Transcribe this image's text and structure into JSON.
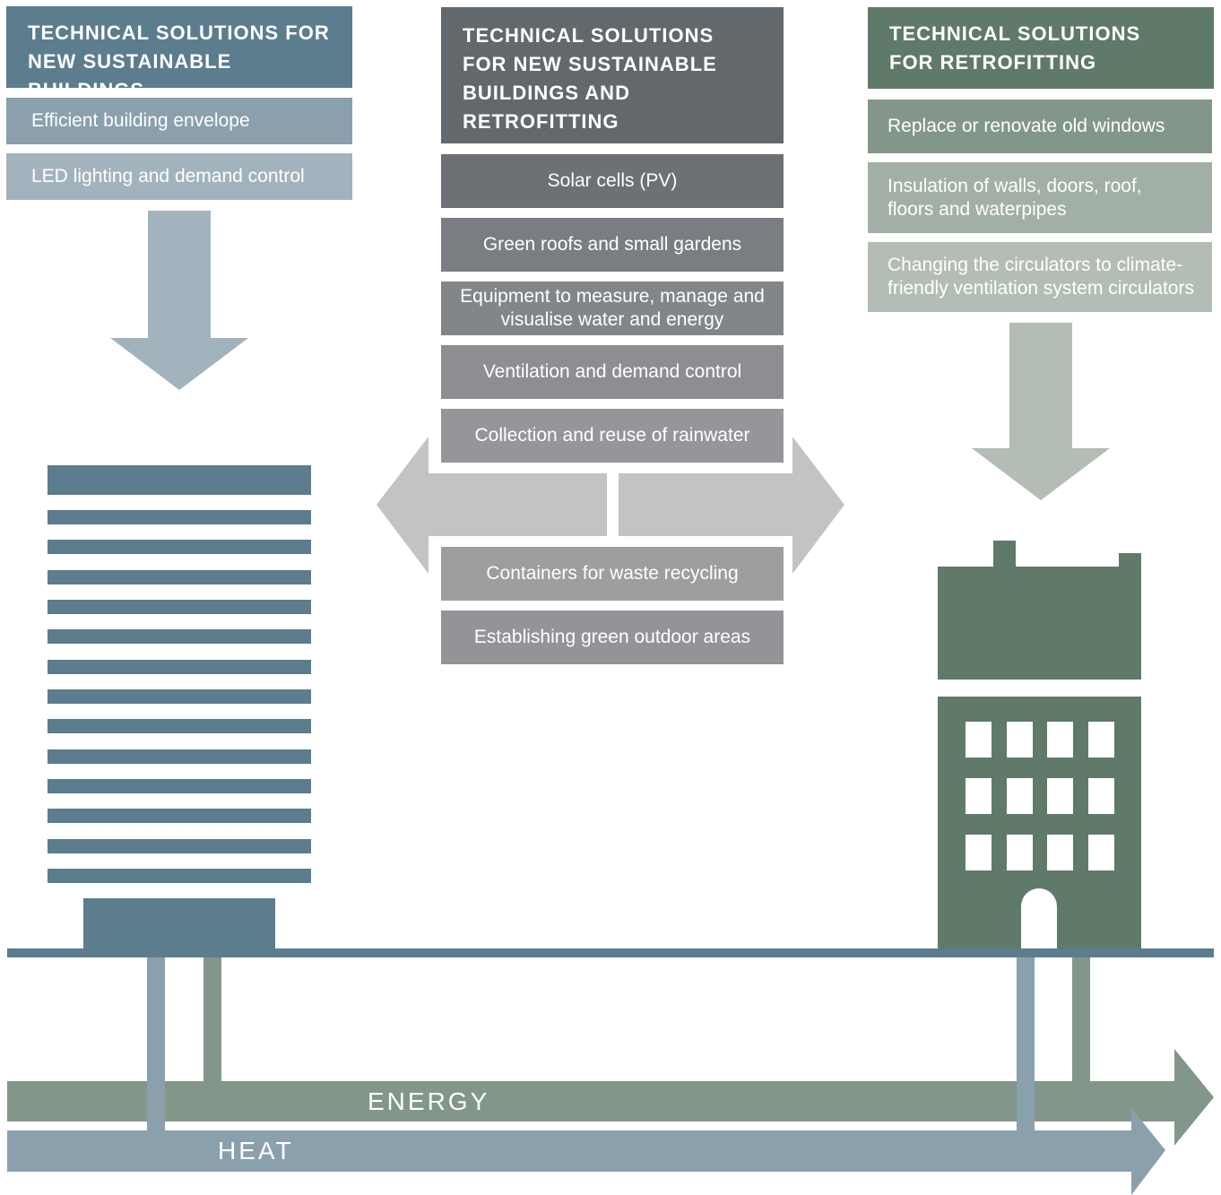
{
  "colors": {
    "blue_dark": "#5b7d8e",
    "blue_mid": "#8aa0ad",
    "blue_light": "#a3b3bd",
    "grey_dark": "#63686d",
    "grey_mid": "#7a7e82",
    "grey_light": "#9d9ea0",
    "arrow_grey": "#c3c3c3",
    "green_dark": "#607a69",
    "green_mid": "#83968a",
    "green_light": "#a2afa6",
    "green_pale": "#b3bdb6"
  },
  "left": {
    "header": "TECHNICAL SOLUTIONS FOR NEW SUSTAINABLE BUILDINGS",
    "items": [
      "Efficient building envelope",
      "LED lighting and demand control"
    ]
  },
  "center": {
    "header": "TECHNICAL SOLUTIONS FOR NEW SUSTAINABLE BUILDINGS AND RETROFITTING",
    "items": [
      "Solar cells (PV)",
      "Green roofs and small gardens",
      "Equipment to measure, manage and visualise water and energy",
      "Ventilation and demand control",
      "Collection and reuse of rainwater",
      "Containers for waste recycling",
      "Establishing green outdoor areas"
    ]
  },
  "right": {
    "header": "TECHNICAL SOLUTIONS FOR RETROFITTING",
    "items": [
      "Replace or renovate old windows",
      "Insulation of walls, doors, roof, floors and waterpipes",
      "Changing the circulators to climate-friendly ventilation system circulators"
    ]
  },
  "flows": {
    "energy": "ENERGY",
    "heat": "HEAT"
  }
}
